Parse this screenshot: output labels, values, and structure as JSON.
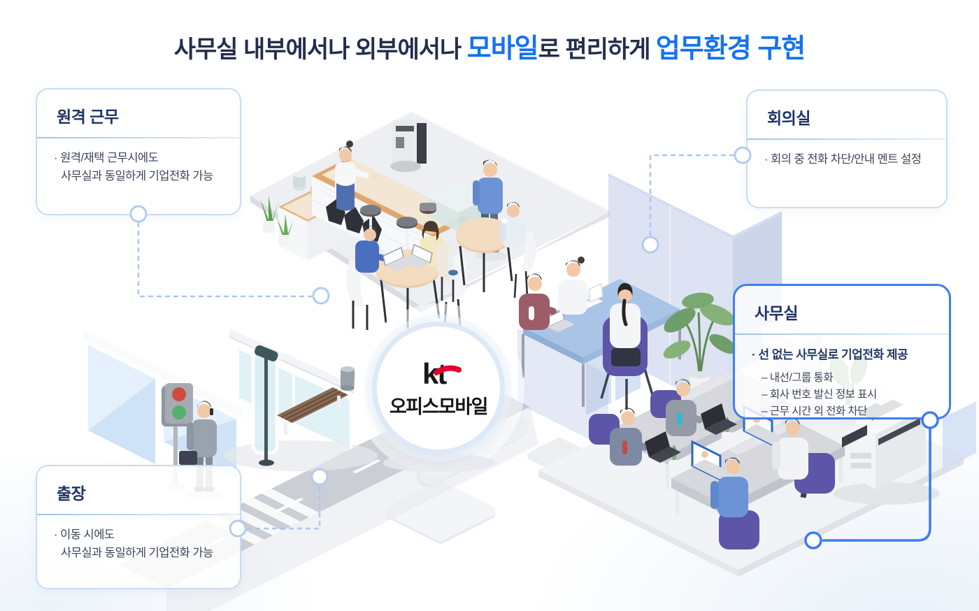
{
  "title": {
    "part1": "사무실 내부에서나 외부에서나 ",
    "highlight1": "모바일",
    "part2": "로 편리하게 ",
    "highlight2": "업무환경 구현"
  },
  "center_badge": {
    "brand": "kt",
    "product": "오피스모바일"
  },
  "callouts": {
    "remote": {
      "title": "원격 근무",
      "lines": [
        "· 원격/재택 근무시에도",
        "사무실과 동일하게 기업전화 가능"
      ]
    },
    "meeting": {
      "title": "회의실",
      "lines": [
        "· 회의 중 전화 차단/안내 멘트 설정"
      ]
    },
    "office": {
      "title": "사무실",
      "headline": "· 선 없는 사무실로 기업전화 제공",
      "sub_items": [
        "– 내선/그룹 통화",
        "– 회사 번호 발신 정보 표시",
        "– 근무 시간 외 전화 차단"
      ]
    },
    "trip": {
      "title": "출장",
      "lines": [
        "· 이동 시에도",
        "사무실과 동일하게 기업전화 가능"
      ]
    }
  },
  "colors": {
    "accent_blue": "#1472f0",
    "title_dark": "#232e4d",
    "callout_border_light": "#c8dcf2",
    "callout_border_strong": "#3e7ef2",
    "connector_dashed": "#adc6ea",
    "connector_solid": "#3b7cf0",
    "kt_red": "#e6002d"
  }
}
